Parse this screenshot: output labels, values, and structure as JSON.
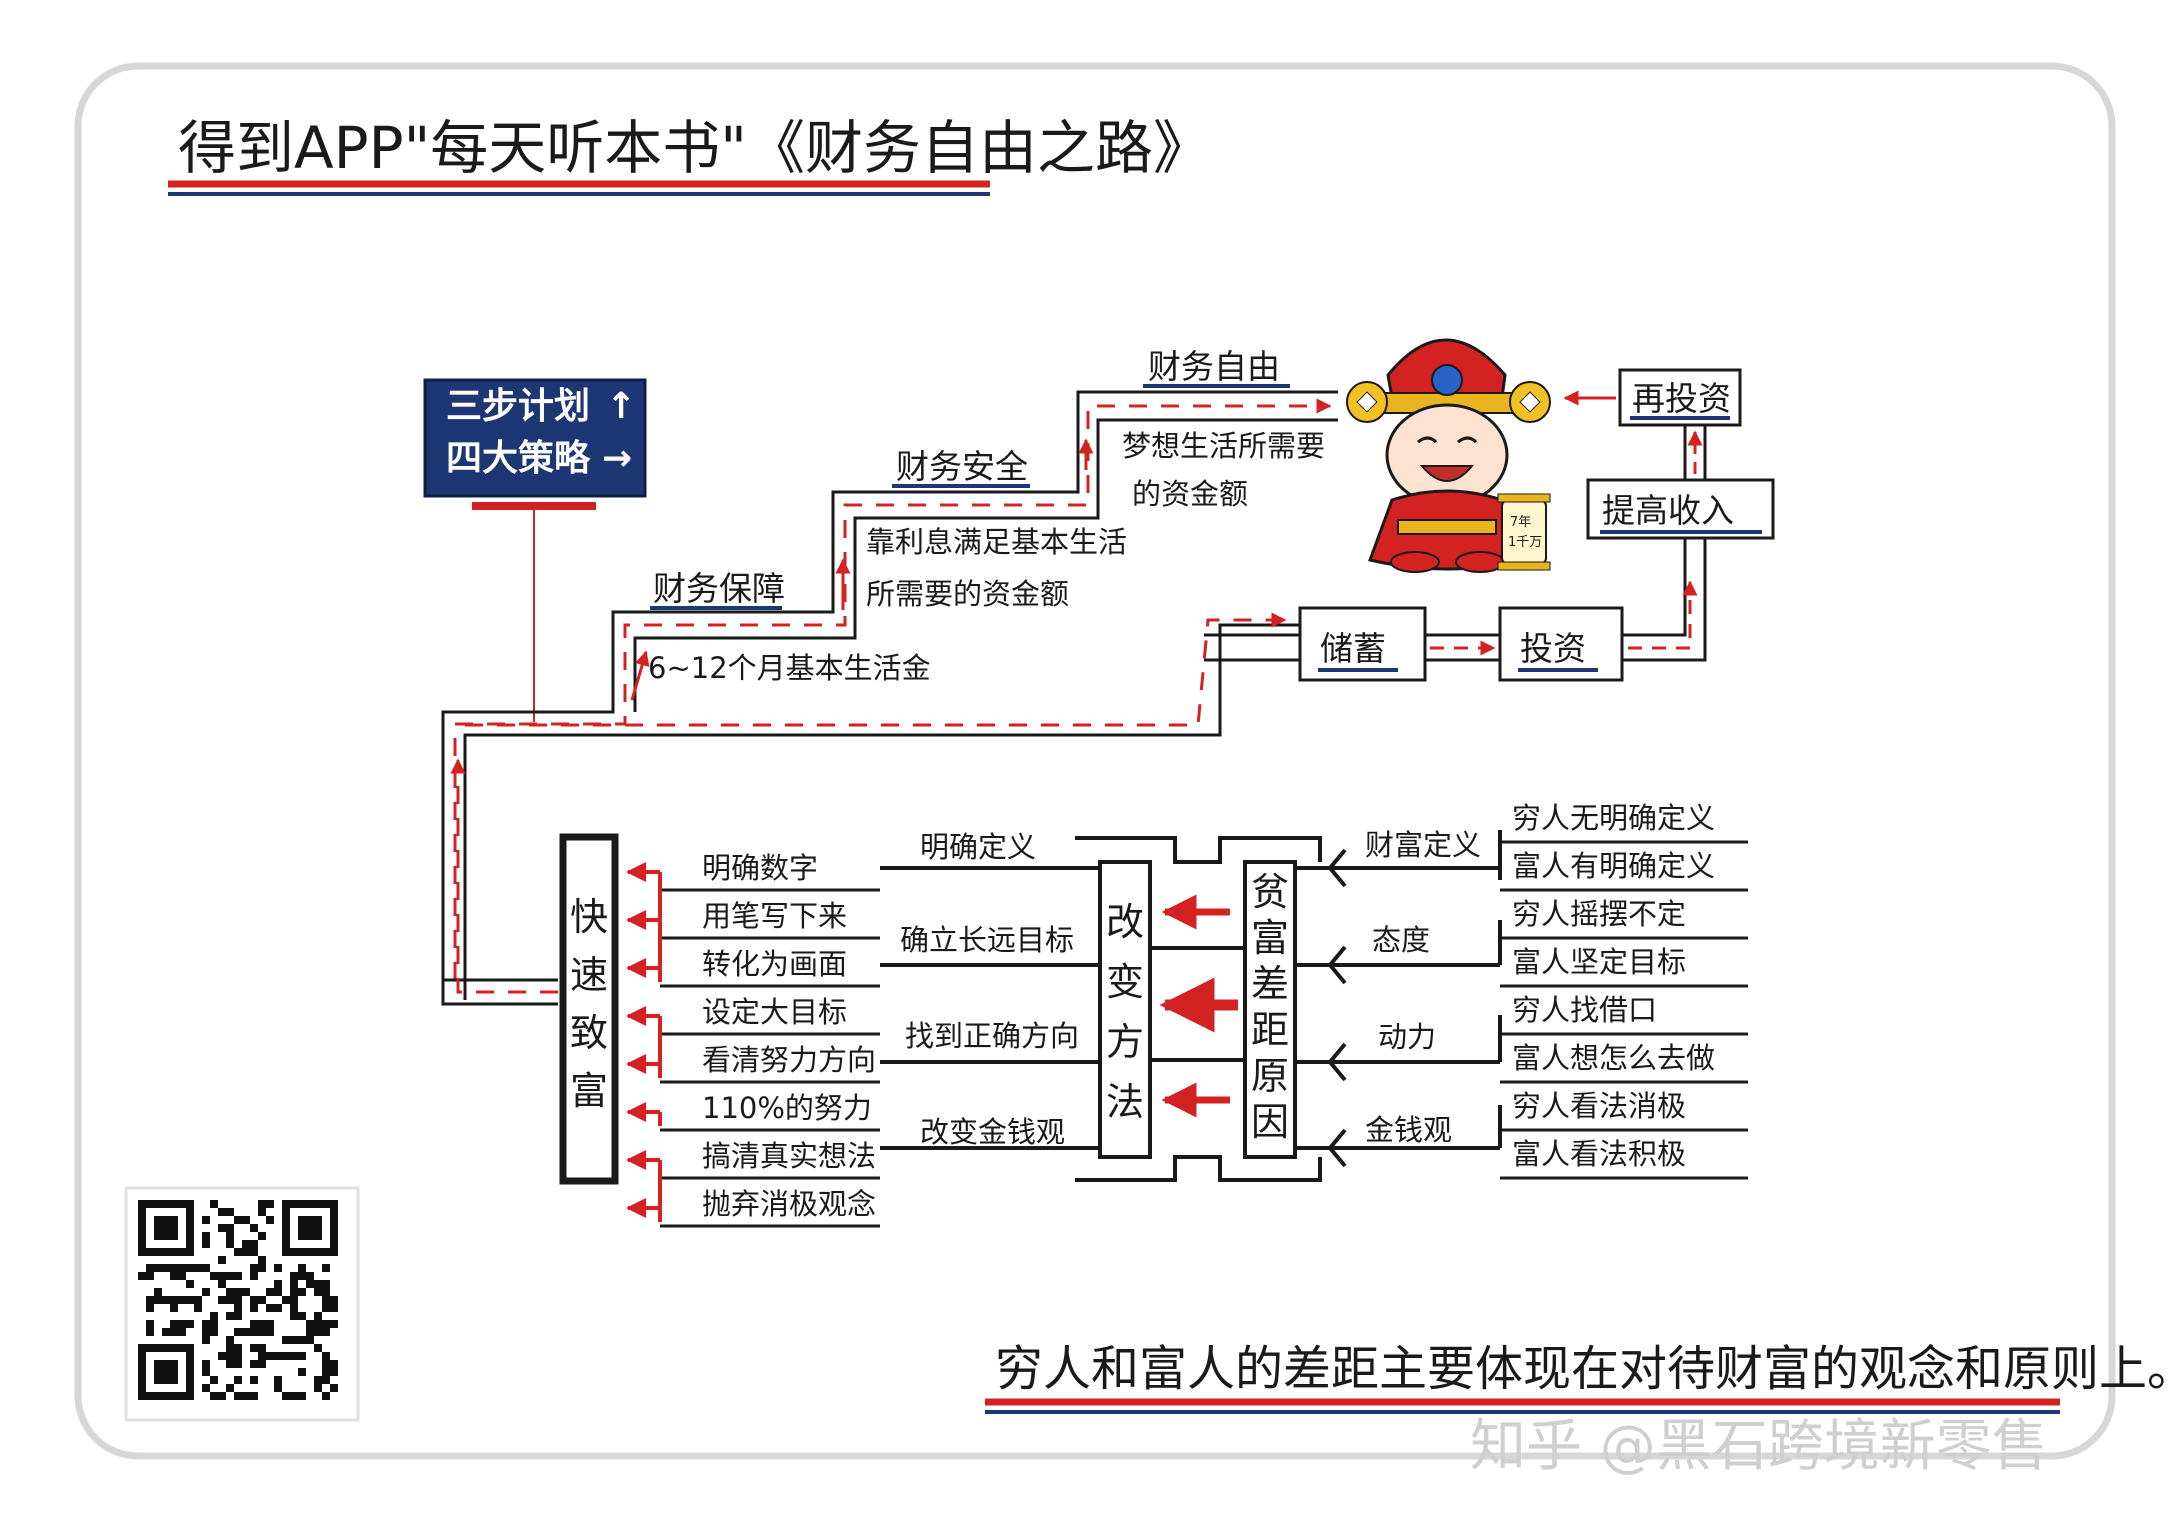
{
  "title": "得到APP\"每天听本书\"《财务自由之路》",
  "sign": {
    "line1": "三步计划",
    "line2": "四大策略",
    "arrow_up": "↑",
    "arrow_right": "→"
  },
  "stairs": {
    "step1": {
      "label": "财务保障",
      "desc": "6~12个月基本生活金"
    },
    "step2": {
      "label": "财务安全",
      "desc_line1": "靠利息满足基本生活",
      "desc_line2": "所需要的资金额"
    },
    "step3": {
      "label": "财务自由",
      "desc_line1": "梦想生活所需要",
      "desc_line2": "的资金额"
    }
  },
  "cycle": {
    "savings": "储蓄",
    "invest": "投资",
    "raise_income": "提高收入",
    "reinvest": "再投资"
  },
  "god": {
    "scroll_line1": "7年",
    "scroll_line2": "1千万"
  },
  "left_column": "快速致富",
  "middle_column": "改变方法",
  "right_column": "贫富差距原因",
  "methods": [
    "明确数字",
    "用笔写下来",
    "转化为画面",
    "设定大目标",
    "看清努力方向",
    "110%的努力",
    "搞清真实想法",
    "抛弃消极观念"
  ],
  "method_groups": [
    "明确定义",
    "确立长远目标",
    "找到正确方向",
    "改变金钱观"
  ],
  "reasons": [
    "财富定义",
    "态度",
    "动力",
    "金钱观"
  ],
  "comparisons": [
    "穷人无明确定义",
    "富人有明确定义",
    "穷人摇摆不定",
    "富人坚定目标",
    "穷人找借口",
    "富人想怎么去做",
    "穷人看法消极",
    "富人看法积极"
  ],
  "bottom_caption": "穷人和富人的差距主要体现在对待财富的观念和原则上。",
  "watermark": "知乎 @黑石跨境新零售",
  "colors": {
    "red": "#d42222",
    "navy": "#1c3773",
    "ink": "#1a1a1a"
  }
}
